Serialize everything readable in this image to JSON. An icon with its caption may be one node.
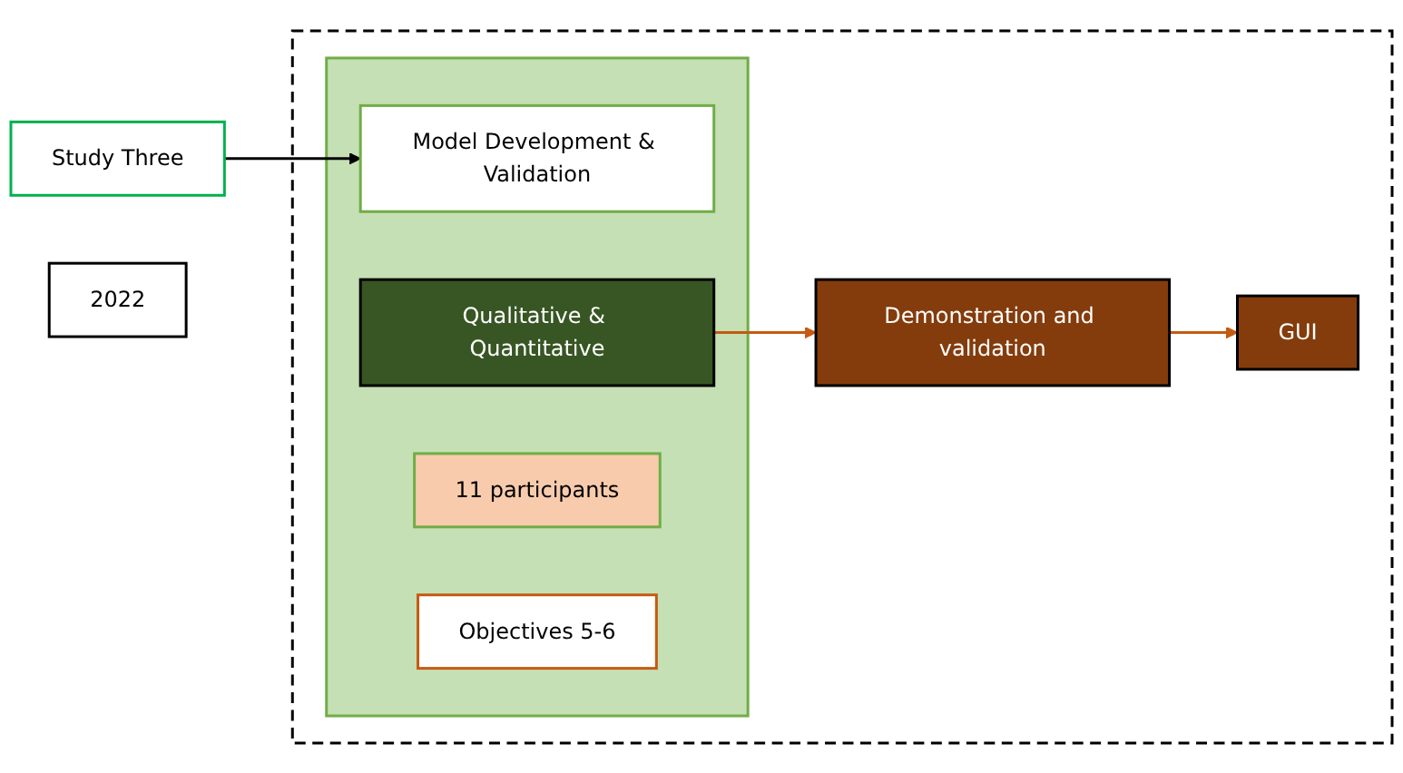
{
  "diagram": {
    "nodes": [
      {
        "text": [
          "Study Three"
        ]
      },
      {
        "text": [],
        "shape": "box"
      },
      {
        "text": [],
        "shape": "box",
        "in": 1
      },
      {
        "text": [
          "Model Development & Validation"
        ],
        "in": 2
      },
      {
        "text": [
          "Qualitative & Quantitative"
        ],
        "in": 2
      },
      {
        "text": [
          "11 participants"
        ],
        "in": 2
      },
      {
        "text": [
          "Objectives 5-6"
        ],
        "in": 2
      },
      {
        "text": [
          "Demonstration and validation"
        ],
        "in": 1
      },
      {
        "text": [
          "GUI"
        ],
        "in": 1
      },
      {
        "text": [
          "2022"
        ]
      }
    ],
    "edges": [
      {
        "from": 0,
        "to": 3,
        "arrow": "to",
        "color": "#000000"
      },
      {
        "from": 4,
        "to": 7,
        "arrow": "to"
      },
      {
        "from": 7,
        "to": 8,
        "arrow": "to"
      }
    ]
  }
}
